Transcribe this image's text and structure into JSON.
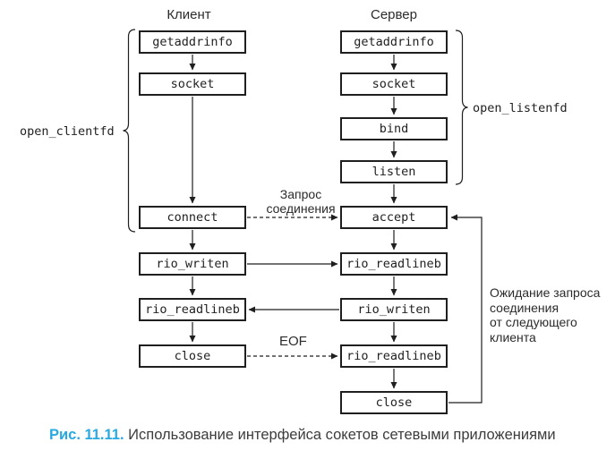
{
  "diagram": {
    "client": {
      "header": "Клиент",
      "boxes": [
        "getaddrinfo",
        "socket",
        "connect",
        "rio_writen",
        "rio_readlineb",
        "close"
      ]
    },
    "server": {
      "header": "Сервер",
      "boxes": [
        "getaddrinfo",
        "socket",
        "bind",
        "listen",
        "accept",
        "rio_readlineb",
        "rio_writen",
        "rio_readlineb",
        "close"
      ]
    },
    "labels": {
      "open_clientfd": "open_clientfd",
      "open_listenfd": "open_listenfd",
      "connection_request": [
        "Запрос",
        "соединения"
      ],
      "eof": "EOF",
      "awaiting": [
        "Ожидание запроса",
        "соединения",
        "от следующего",
        "клиента"
      ]
    },
    "caption": {
      "figure_label": "Рис. 11.11.",
      "text": "Использование интерфейса сокетов сетевыми приложениями"
    },
    "colors": {
      "caption_accent": "#29a9e1",
      "line": "#1f1f1f",
      "text": "#2b2b2b"
    }
  }
}
